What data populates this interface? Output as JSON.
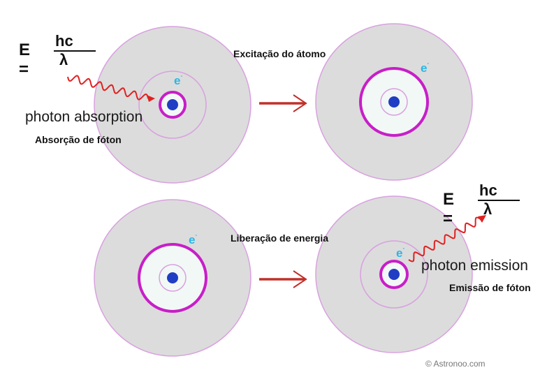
{
  "diagram": {
    "formula": {
      "lhs": "E =",
      "numerator": "hc",
      "denominator": "λ"
    },
    "electron_label": {
      "base": "e",
      "sup": "-"
    },
    "panels": [
      {
        "id": "absorption",
        "label_en": "photon absorption",
        "label_pt": "Absorção de fóton",
        "state": "ground"
      },
      {
        "id": "excitation",
        "label_pt": "Excitação do átomo",
        "state": "excited"
      },
      {
        "id": "release",
        "label_pt": "Liberação de energia",
        "state": "excited"
      },
      {
        "id": "emission",
        "label_en": "photon emission",
        "label_pt": "Emissão de fóton",
        "state": "ground"
      }
    ],
    "arrows": [
      "transition-arrow",
      "transition-arrow"
    ],
    "credit": "© Astronoo.com"
  },
  "colors": {
    "atom_fill": "#dcdcdc",
    "orbit_thin": "#d9a0e0",
    "orbit_active": "#c81ec8",
    "inner_fill": "#f2f8f6",
    "nucleus": "#1f3ec4",
    "electron": "#2bb6e6",
    "photon": "#e02020",
    "arrow": "#c0302a"
  }
}
